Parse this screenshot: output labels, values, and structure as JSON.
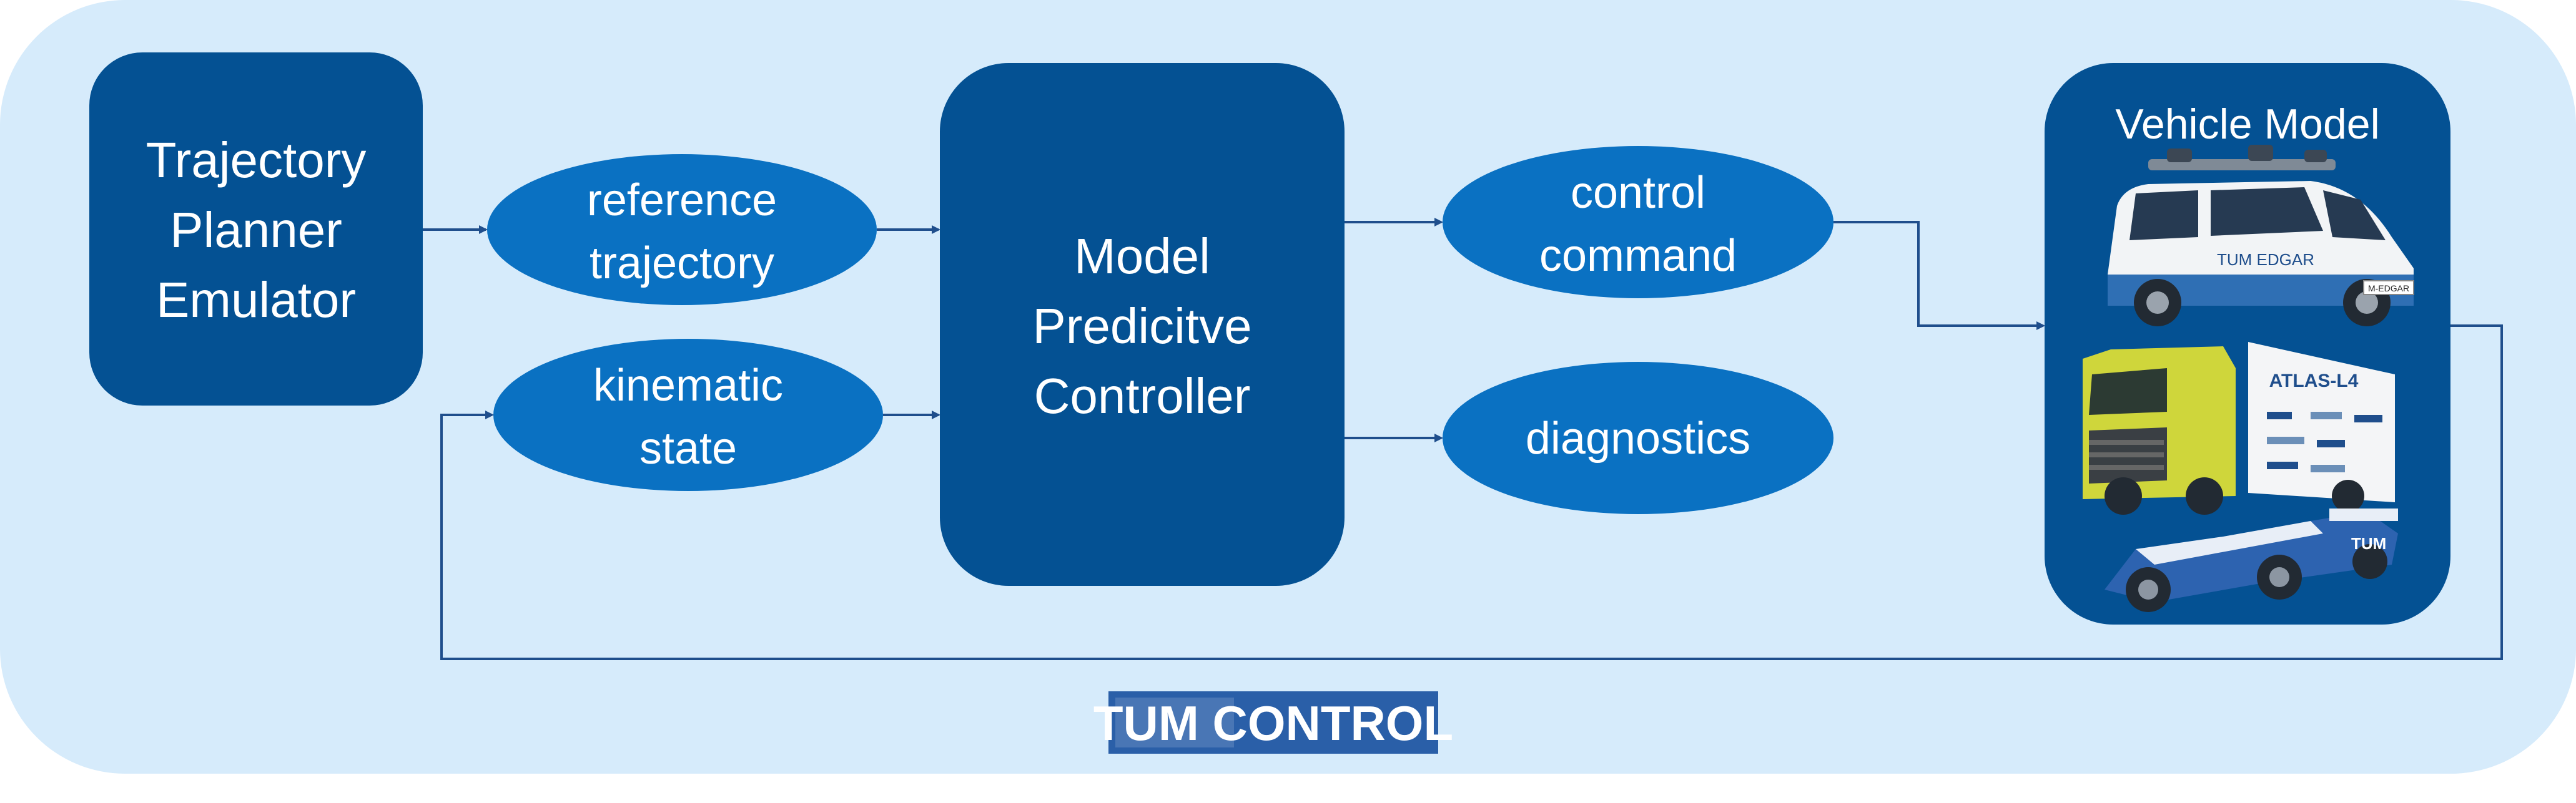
{
  "colors": {
    "panel_background": "#d6ebfb",
    "block_fill": "#045193",
    "ellipse_fill": "#0a71c2",
    "arrow": "#1f4e8c",
    "text": "#ffffff"
  },
  "blocks": {
    "planner": {
      "line1": "Trajectory",
      "line2": "Planner",
      "line3": "Emulator"
    },
    "controller": {
      "line1": "Model",
      "line2": "Predicitve",
      "line3": "Controller"
    },
    "vehicle": {
      "title": "Vehicle Model"
    }
  },
  "signals": {
    "reference": {
      "line1": "reference",
      "line2": "trajectory"
    },
    "kinematic": {
      "line1": "kinematic",
      "line2": "state"
    },
    "control": {
      "line1": "control",
      "line2": "command"
    },
    "diagnostics": {
      "line1": "diagnostics"
    }
  },
  "vehicle_images": {
    "van": {
      "plate_text": "M-EDGAR",
      "body_text": "TUM EDGAR"
    },
    "truck": {
      "trailer_text": "ATLAS-L4"
    },
    "racecar": {
      "body_text": "TUM"
    }
  },
  "logo": {
    "text": "TUM CONTROL"
  }
}
